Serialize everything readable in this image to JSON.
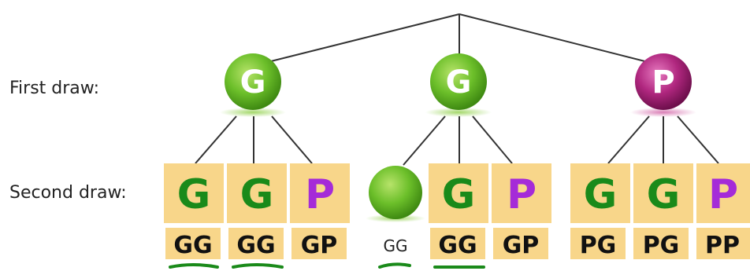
{
  "labels": {
    "first_draw": "First draw:",
    "second_draw": "Second draw:"
  },
  "colors": {
    "green_letter": "#1a8a1a",
    "purple_letter": "#a52bd8",
    "card_fill": "#f8d68a",
    "green_ball": "#6cbf2a",
    "purple_ball": "#b0277f",
    "line": "#333333",
    "underline": "#1a8a1a"
  },
  "first_draw": [
    {
      "letter": "G",
      "color": "green"
    },
    {
      "letter": "G",
      "color": "green"
    },
    {
      "letter": "P",
      "color": "purple"
    }
  ],
  "second_draw": [
    {
      "letter": "G",
      "color": "green",
      "outcome": "GG",
      "underlined": true
    },
    {
      "letter": "G",
      "color": "green",
      "outcome": "GG",
      "underlined": true
    },
    {
      "letter": "P",
      "color": "purple",
      "outcome": "GP",
      "underlined": false
    },
    {
      "letter": "",
      "color": "green",
      "ball": true,
      "outcome": "GG",
      "underlined": true
    },
    {
      "letter": "G",
      "color": "green",
      "outcome": "GG",
      "underlined": true
    },
    {
      "letter": "P",
      "color": "purple",
      "outcome": "GP",
      "underlined": false
    },
    {
      "letter": "G",
      "color": "green",
      "outcome": "PG",
      "underlined": false
    },
    {
      "letter": "G",
      "color": "green",
      "outcome": "PG",
      "underlined": false
    },
    {
      "letter": "P",
      "color": "purple",
      "outcome": "PP",
      "underlined": false
    }
  ]
}
